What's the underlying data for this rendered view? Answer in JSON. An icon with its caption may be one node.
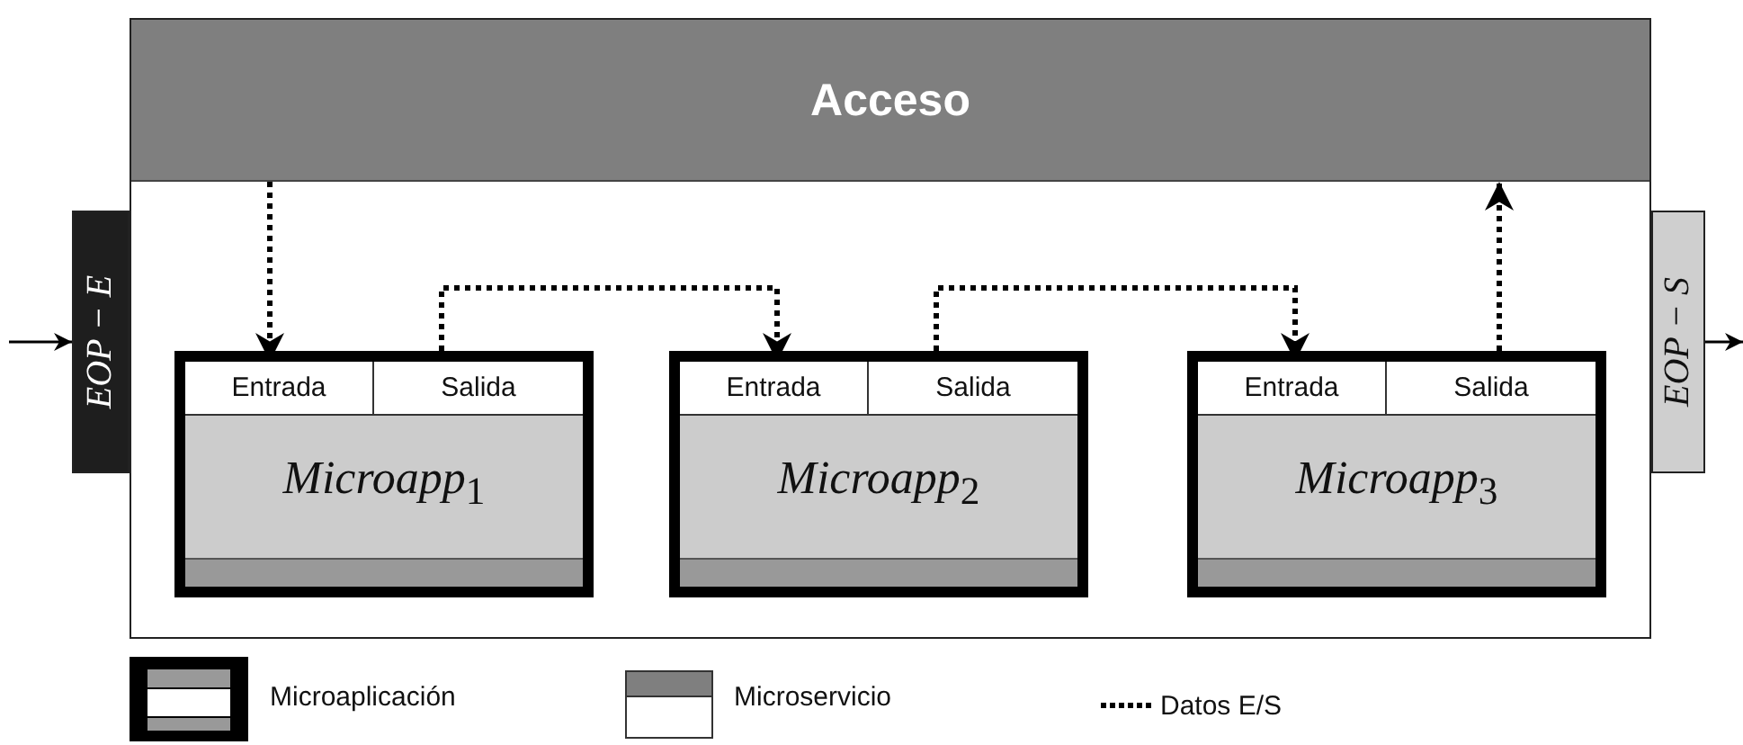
{
  "diagram": {
    "nodes": [
      {
        "text": [],
        "shape": "box"
      },
      {
        "text": [
          "Acceso"
        ],
        "in": 0
      },
      {
        "text": [
          "EOP − E"
        ]
      },
      {
        "text": [
          "EOP − S"
        ]
      },
      {
        "text": [
          "Microapp$_{1}$"
        ],
        "in": 0
      },
      {
        "text": [
          "Entrada"
        ],
        "in": 4
      },
      {
        "text": [
          "Salida"
        ],
        "in": 4
      },
      {
        "text": [
          "Microapp$_{2}$"
        ],
        "in": 0
      },
      {
        "text": [
          "Entrada"
        ],
        "in": 7
      },
      {
        "text": [
          "Salida"
        ],
        "in": 7
      },
      {
        "text": [
          "Microapp$_{3}$"
        ],
        "in": 0
      },
      {
        "text": [
          "Entrada"
        ],
        "in": 10
      },
      {
        "text": [
          "Salida"
        ],
        "in": 10
      }
    ],
    "edges": [
      {
        "from": null,
        "to": 2,
        "arrow": "to"
      },
      {
        "from": 3,
        "to": null,
        "arrow": "to"
      },
      {
        "from": 1,
        "to": 5,
        "arrow": "to",
        "style": "dashed"
      },
      {
        "from": 6,
        "to": 8,
        "arrow": "to",
        "style": "dashed"
      },
      {
        "from": 9,
        "to": 11,
        "arrow": "to",
        "style": "dashed"
      },
      {
        "from": 12,
        "to": 1,
        "arrow": "to",
        "style": "dashed"
      }
    ],
    "legend": [
      {
        "text": "Microaplicación"
      },
      {
        "text": "Microservicio"
      },
      {
        "text": "Datos E/S"
      }
    ]
  }
}
